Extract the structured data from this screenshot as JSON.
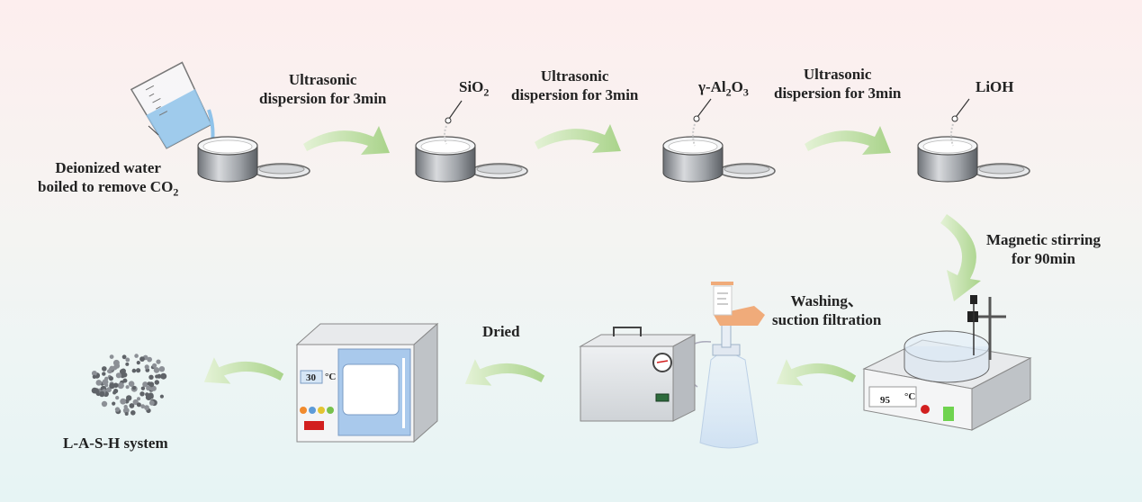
{
  "steps": {
    "water_line1": "Deionized water",
    "water_line2_pre": "boiled to remove CO",
    "water_line2_sub": "2",
    "ultra1_line1": "Ultrasonic",
    "ultra1_line2": "dispersion for 3min",
    "sio2_main": "SiO",
    "sio2_sub": "2",
    "ultra2_line1": "Ultrasonic",
    "ultra2_line2": "dispersion for 3min",
    "al_pre": "γ-Al",
    "al_sub1": "2",
    "al_mid": "O",
    "al_sub2": "3",
    "ultra3_line1": "Ultrasonic",
    "ultra3_line2": "dispersion for 3min",
    "lioh": "LiOH",
    "stir_line1": "Magnetic stirring",
    "stir_line2": "for 90min",
    "wash_line1": "Washing、",
    "wash_line2": "suction filtration",
    "dried": "Dried",
    "product": "L-A-S-H system"
  },
  "instruments": {
    "oven_temp": "30",
    "oven_unit": "°C",
    "stirrer_temp": "95",
    "stirrer_unit": "°C"
  },
  "colors": {
    "arrow": "#b6d99a",
    "water": "#8fc3ea",
    "oven_door": "#a9c9ec"
  }
}
